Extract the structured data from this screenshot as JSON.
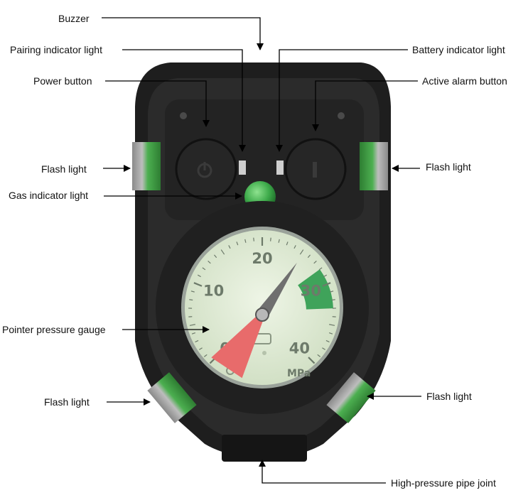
{
  "labels": {
    "buzzer": "Buzzer",
    "pairing_light": "Pairing indicator light",
    "battery_light": "Battery indicator light",
    "power_button": "Power button",
    "active_alarm_button": "Active alarm button",
    "flash_light_left_upper": "Flash light",
    "flash_light_right_upper": "Flash light",
    "gas_indicator_light": "Gas indicator light",
    "pointer_pressure_gauge": "Pointer pressure gauge",
    "flash_light_left_lower": "Flash light",
    "flash_light_right_lower": "Flash light",
    "pipe_joint": "High-pressure pipe joint"
  },
  "gauge": {
    "unit": "MPa",
    "ticks": [
      "0",
      "10",
      "20",
      "30",
      "40"
    ],
    "range": [
      0,
      40
    ],
    "pointer_value": 25,
    "red_zone": [
      0,
      5
    ],
    "green_zone": [
      28,
      33
    ]
  },
  "colors": {
    "body": "#2a2a2a",
    "gauge_face": "#dbe8cf",
    "gas_light": "#3daa4a",
    "flash_green": "#4caf50",
    "red_zone": "#e86b6b",
    "green_zone": "#3fa35a"
  }
}
